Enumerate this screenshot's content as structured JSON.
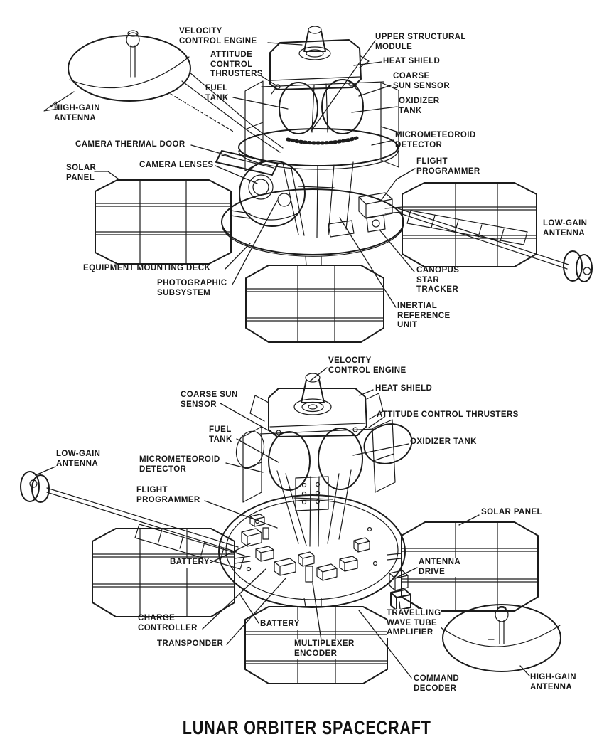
{
  "title": "LUNAR ORBITER SPACECRAFT",
  "colors": {
    "ink": "#1b1b1b",
    "background": "#ffffff"
  },
  "views": {
    "top": {
      "name": "upper oblique view",
      "labels": {
        "velocity_control_engine": "VELOCITY\nCONTROL ENGINE",
        "upper_structural_module": "UPPER STRUCTURAL\nMODULE",
        "attitude_control_thrusters": "ATTITUDE\nCONTROL\nTHRUSTERS",
        "heat_shield": "HEAT SHIELD",
        "coarse_sun_sensor": "COARSE\nSUN SENSOR",
        "fuel_tank": "FUEL\nTANK",
        "oxidizer_tank": "OXIDIZER\nTANK",
        "high_gain_antenna": "HIGH-GAIN\nANTENNA",
        "micrometeoroid_detector": "MICROMETEOROID\nDETECTOR",
        "camera_thermal_door": "CAMERA THERMAL DOOR",
        "camera_lenses": "CAMERA LENSES",
        "solar_panel": "SOLAR\nPANEL",
        "flight_programmer": "FLIGHT\nPROGRAMMER",
        "low_gain_antenna": "LOW-GAIN\nANTENNA",
        "equipment_mounting_deck": "EQUIPMENT MOUNTING DECK",
        "photographic_subsystem": "PHOTOGRAPHIC\nSUBSYSTEM",
        "canopus_star_tracker": "CANOPUS\nSTAR\nTRACKER",
        "inertial_reference_unit": "INERTIAL\nREFERENCE\nUNIT"
      }
    },
    "bottom": {
      "name": "lower oblique view",
      "labels": {
        "velocity_control_engine": "VELOCITY\nCONTROL ENGINE",
        "heat_shield": "HEAT SHIELD",
        "coarse_sun_sensor": "COARSE SUN\nSENSOR",
        "attitude_control_thrusters": "ATTITUDE CONTROL THRUSTERS",
        "fuel_tank": "FUEL\nTANK",
        "oxidizer_tank": "OXIDIZER TANK",
        "micrometeoroid_detector": "MICROMETEOROID\nDETECTOR",
        "low_gain_antenna": "LOW-GAIN\nANTENNA",
        "flight_programmer": "FLIGHT\nPROGRAMMER",
        "solar_panel": "SOLAR PANEL",
        "battery_left": "BATTERY",
        "antenna_drive": "ANTENNA\nDRIVE",
        "charge_controller": "CHARGE\nCONTROLLER",
        "battery_right": "BATTERY",
        "transponder": "TRANSPONDER",
        "multiplexer_encoder": "MULTIPLEXER\nENCODER",
        "travelling_wave_tube_amplifier": "TRAVELLING\nWAVE TUBE\nAMPLIFIER",
        "command_decoder": "COMMAND\nDECODER",
        "high_gain_antenna": "HIGH-GAIN\nANTENNA"
      }
    }
  }
}
